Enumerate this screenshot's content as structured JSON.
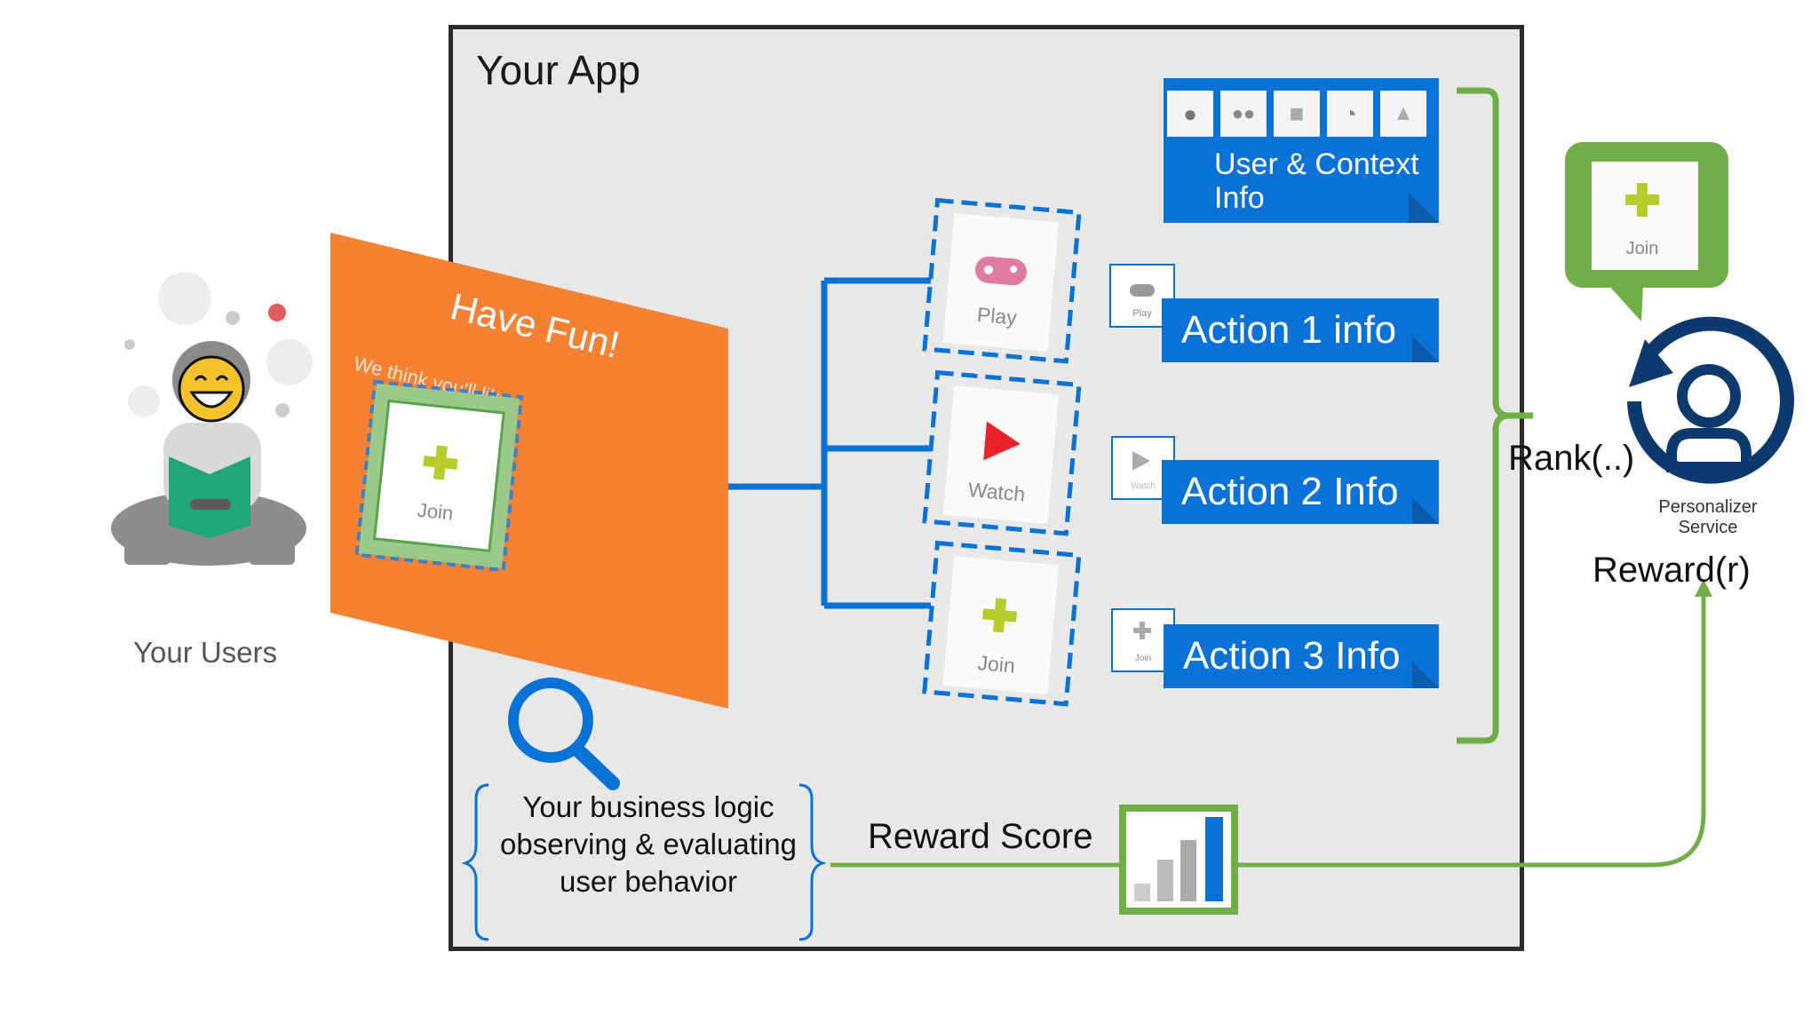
{
  "app": {
    "title": "Your App"
  },
  "users": {
    "label": "Your Users"
  },
  "orange_panel": {
    "title": "Have Fun!",
    "subtitle": "We think you'll like...",
    "suggested_label": "Join"
  },
  "actions": [
    {
      "card_label": "Play",
      "thumb_label": "Play",
      "info_label": "Action 1 info"
    },
    {
      "card_label": "Watch",
      "thumb_label": "Watch",
      "info_label": "Action 2 Info"
    },
    {
      "card_label": "Join",
      "thumb_label": "Join",
      "info_label": "Action 3 Info"
    }
  ],
  "context": {
    "label": "User & Context Info",
    "icons": [
      "location-icon",
      "people-icon",
      "folder-icon",
      "clock-icon",
      "trophy-icon"
    ]
  },
  "personalizer": {
    "name": "Personalizer Service",
    "result_label": "Join"
  },
  "rank_label": "Rank(..)",
  "reward_label": "Reward(r)",
  "reward_score_label": "Reward Score",
  "business_logic": "Your business logic observing & evaluating user behavior",
  "colors": {
    "blue": "#0a72d6",
    "green": "#70ad47",
    "orange": "#f58232",
    "navy": "#0d3a6e",
    "frame": "#2b2b2b"
  }
}
